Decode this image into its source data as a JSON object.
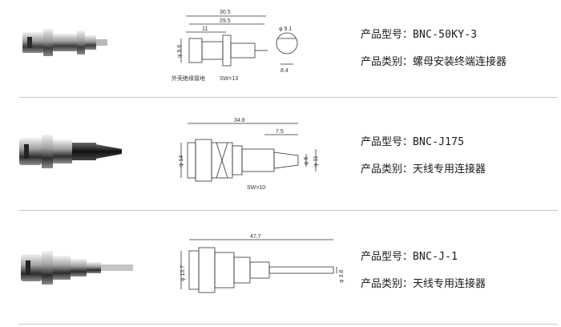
{
  "products": [
    {
      "model_label": "产品型号：",
      "model_value": "BNC-50KY-3",
      "category_label": "产品类别：",
      "category_value": "螺母安装终端连接器",
      "dims": {
        "d1": "30.5",
        "d2": "29.5",
        "d3": "11",
        "d4": "φ 9.6",
        "d5": "φ 9.1",
        "d6": "8.4",
        "note": "外壳绝缘接地",
        "sw": "SW=13"
      }
    },
    {
      "model_label": "产品型号：",
      "model_value": "BNC-J175",
      "category_label": "产品类别：",
      "category_value": "天线专用连接器",
      "dims": {
        "d1": "34.8",
        "d2": "7.5",
        "d3": "φ 14",
        "d4": "φ 6",
        "d5": "φ 11",
        "sw": "SW=10"
      }
    },
    {
      "model_label": "产品型号：",
      "model_value": "BNC-J-1",
      "category_label": "产品类别：",
      "category_value": "天线专用连接器",
      "dims": {
        "d1": "47.7",
        "d2": "φ 13.7",
        "d3": "φ 3.8"
      }
    }
  ]
}
